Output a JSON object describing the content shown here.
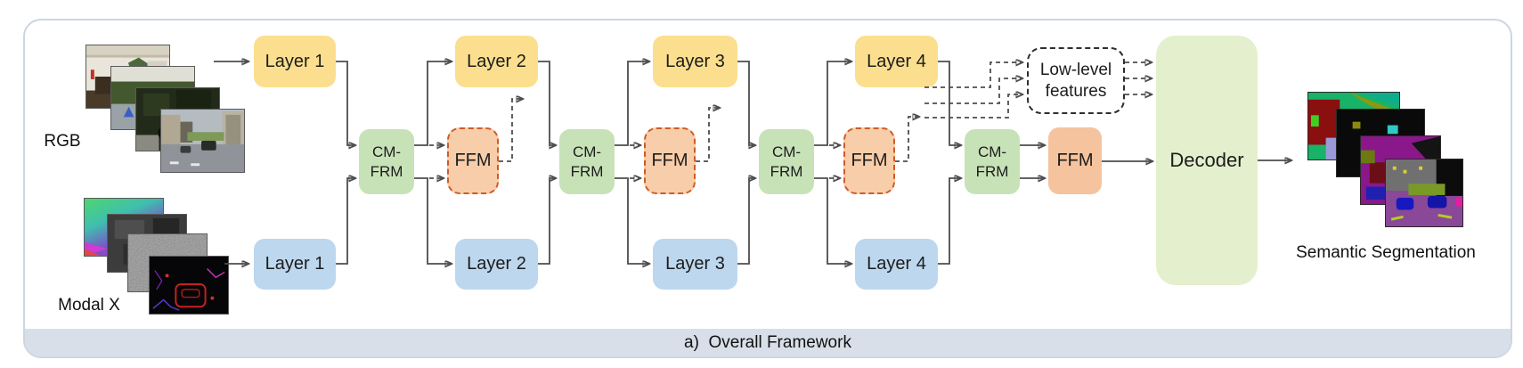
{
  "caption": "a)  Overall Framework",
  "inputs": {
    "rgb_label": "RGB",
    "modal_label": "Modal X"
  },
  "stages": {
    "rgb_layers": [
      "Layer 1",
      "Layer 2",
      "Layer 3",
      "Layer 4"
    ],
    "modal_layers": [
      "Layer 1",
      "Layer 2",
      "Layer 3",
      "Layer 4"
    ],
    "fusion": [
      "CM-FRM",
      "CM-FRM",
      "CM-FRM",
      "CM-FRM"
    ],
    "ffm": [
      "FFM",
      "FFM",
      "FFM",
      "FFM"
    ]
  },
  "low_level_features": "Low-level features",
  "decoder_label": "Decoder",
  "output_label": "Semantic Segmentation",
  "colors": {
    "rgb_layer_fill": "#fbdf8e",
    "modal_layer_fill": "#bdd7ee",
    "fusion_fill": "#c8e2b8",
    "ffm_fill": "#f8cda9",
    "ffm_dashed_border": "#cd5c28",
    "decoder_fill": "#e4efcd",
    "caption_bar_fill": "#d8dfe9",
    "frame_border": "#ccd6e3",
    "connector": "#4d4d4d"
  }
}
